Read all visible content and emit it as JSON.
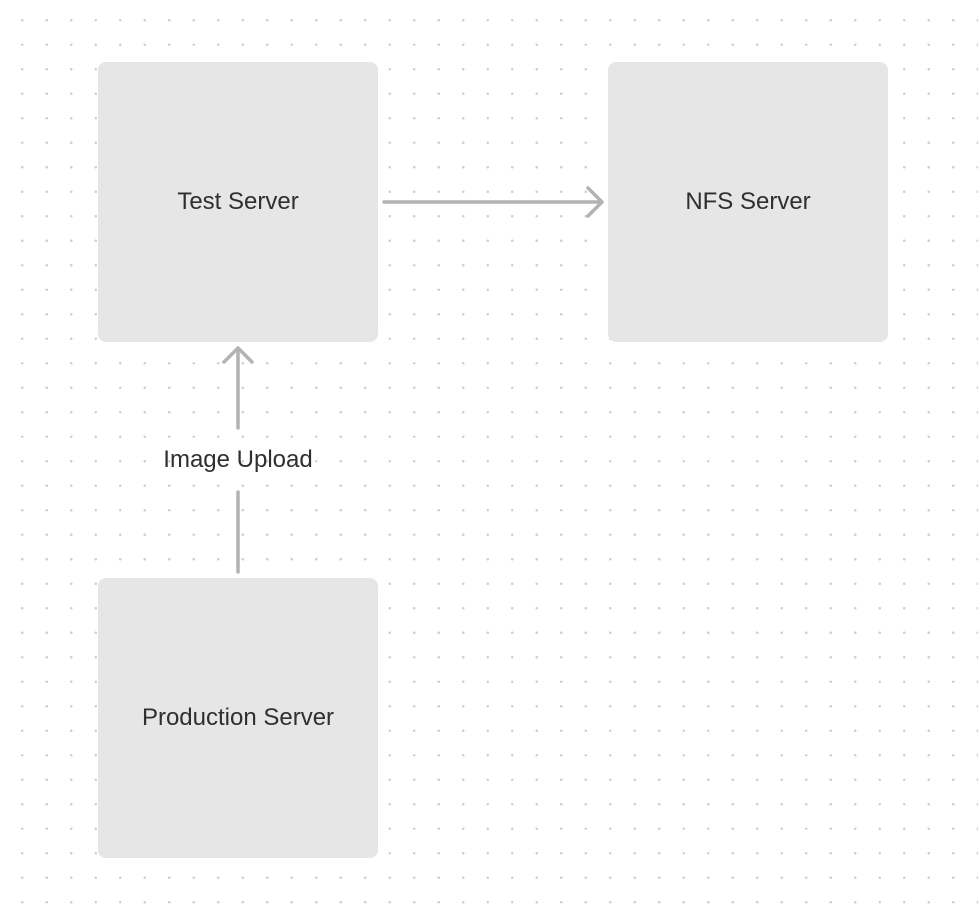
{
  "colors": {
    "canvas_background": "#ffffff",
    "grid_dot": "#d0d0d0",
    "node_fill": "#e6e6e6",
    "connector": "#b3b3b3",
    "text": "#2f2f2f"
  },
  "nodes": {
    "test_server": {
      "label": "Test Server"
    },
    "nfs_server": {
      "label": "NFS Server"
    },
    "production_server": {
      "label": "Production Server"
    }
  },
  "edges": {
    "test_to_nfs": {
      "from": "Test Server",
      "to": "NFS Server",
      "label": "",
      "arrowhead": "open-chevron"
    },
    "production_to_test": {
      "from": "Production Server",
      "to": "Test Server",
      "label": "Image Upload",
      "arrowhead": "open-chevron"
    }
  }
}
